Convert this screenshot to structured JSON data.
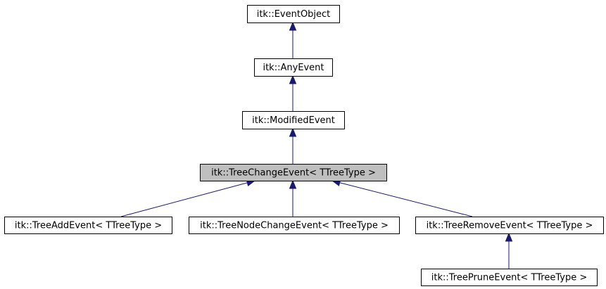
{
  "colors": {
    "edge": "#191970",
    "highlight_fill": "#bfbfbf",
    "node_fill": "#ffffff",
    "node_border": "#000000"
  },
  "nodes": [
    {
      "id": "event-object",
      "label": "itk::EventObject",
      "highlight": false
    },
    {
      "id": "any-event",
      "label": "itk::AnyEvent",
      "highlight": false
    },
    {
      "id": "modified-event",
      "label": "itk::ModifiedEvent",
      "highlight": false
    },
    {
      "id": "tree-change-event",
      "label": "itk::TreeChangeEvent< TTreeType >",
      "highlight": true
    },
    {
      "id": "tree-add-event",
      "label": "itk::TreeAddEvent< TTreeType >",
      "highlight": false
    },
    {
      "id": "tree-node-change-event",
      "label": "itk::TreeNodeChangeEvent< TTreeType >",
      "highlight": false
    },
    {
      "id": "tree-remove-event",
      "label": "itk::TreeRemoveEvent< TTreeType >",
      "highlight": false
    },
    {
      "id": "tree-prune-event",
      "label": "itk::TreePruneEvent< TTreeType >",
      "highlight": false
    }
  ],
  "edges": [
    {
      "from": "any-event",
      "to": "event-object"
    },
    {
      "from": "modified-event",
      "to": "any-event"
    },
    {
      "from": "tree-change-event",
      "to": "modified-event"
    },
    {
      "from": "tree-add-event",
      "to": "tree-change-event"
    },
    {
      "from": "tree-node-change-event",
      "to": "tree-change-event"
    },
    {
      "from": "tree-remove-event",
      "to": "tree-change-event"
    },
    {
      "from": "tree-prune-event",
      "to": "tree-remove-event"
    }
  ]
}
